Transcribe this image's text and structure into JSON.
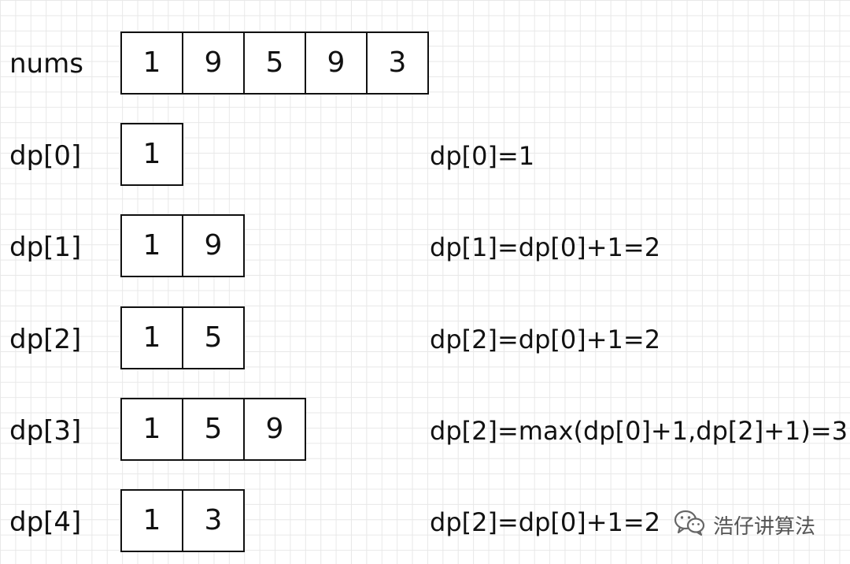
{
  "rows": [
    {
      "label": "nums",
      "cells": [
        "1",
        "9",
        "5",
        "9",
        "3"
      ],
      "formula": ""
    },
    {
      "label": "dp[0]",
      "cells": [
        "1"
      ],
      "formula": "dp[0]=1"
    },
    {
      "label": "dp[1]",
      "cells": [
        "1",
        "9"
      ],
      "formula": "dp[1]=dp[0]+1=2"
    },
    {
      "label": "dp[2]",
      "cells": [
        "1",
        "5"
      ],
      "formula": "dp[2]=dp[0]+1=2"
    },
    {
      "label": "dp[3]",
      "cells": [
        "1",
        "5",
        "9"
      ],
      "formula": "dp[2]=max(dp[0]+1,dp[2]+1)=3"
    },
    {
      "label": "dp[4]",
      "cells": [
        "1",
        "3"
      ],
      "formula": "dp[2]=dp[0]+1=2"
    }
  ],
  "watermark": {
    "icon": "wechat-icon",
    "text": "浩仔讲算法"
  }
}
